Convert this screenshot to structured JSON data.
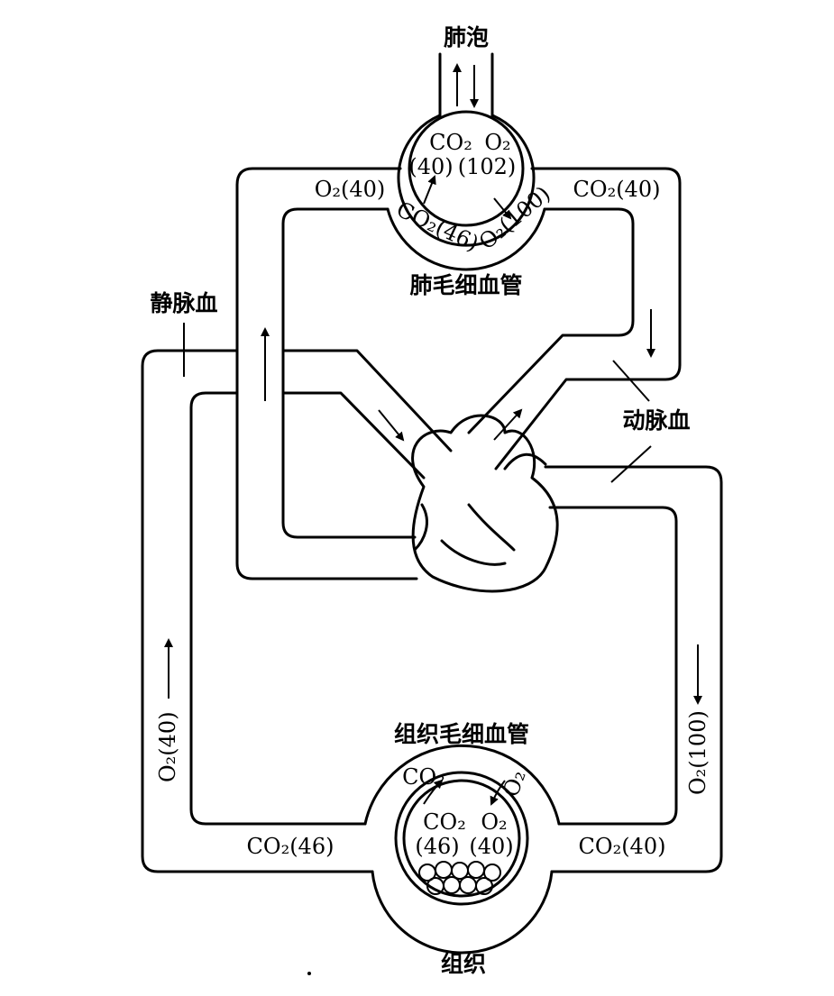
{
  "labels": {
    "alveolus": "肺泡",
    "pulmonary_capillary": "肺毛细血管",
    "venous_blood": "静脉血",
    "arterial_blood": "动脉血",
    "tissue_capillary": "组织毛细血管",
    "tissue": "组织"
  },
  "alveolus_gas": {
    "co2": "CO₂",
    "o2": "O₂",
    "co2_value": "(40)",
    "o2_value": "(102)"
  },
  "pulmonary_capillary_gas": {
    "co2": "CO₂(46)",
    "o2": "O₂(100)"
  },
  "pulmonary_inflow": "O₂(40)",
  "pulmonary_outflow": "CO₂(40)",
  "systemic_venous_o2": "O₂(40)",
  "systemic_arterial_o2": "O₂(100)",
  "systemic_venous_co2": "CO₂(46)",
  "systemic_arterial_co2": "CO₂(40)",
  "tissue_capillary_gas": {
    "co2_out": "CO₂",
    "o2_in": "O₂",
    "co2": "CO₂",
    "o2": "O₂",
    "co2_value": "(46)",
    "o2_value": "(40)"
  }
}
